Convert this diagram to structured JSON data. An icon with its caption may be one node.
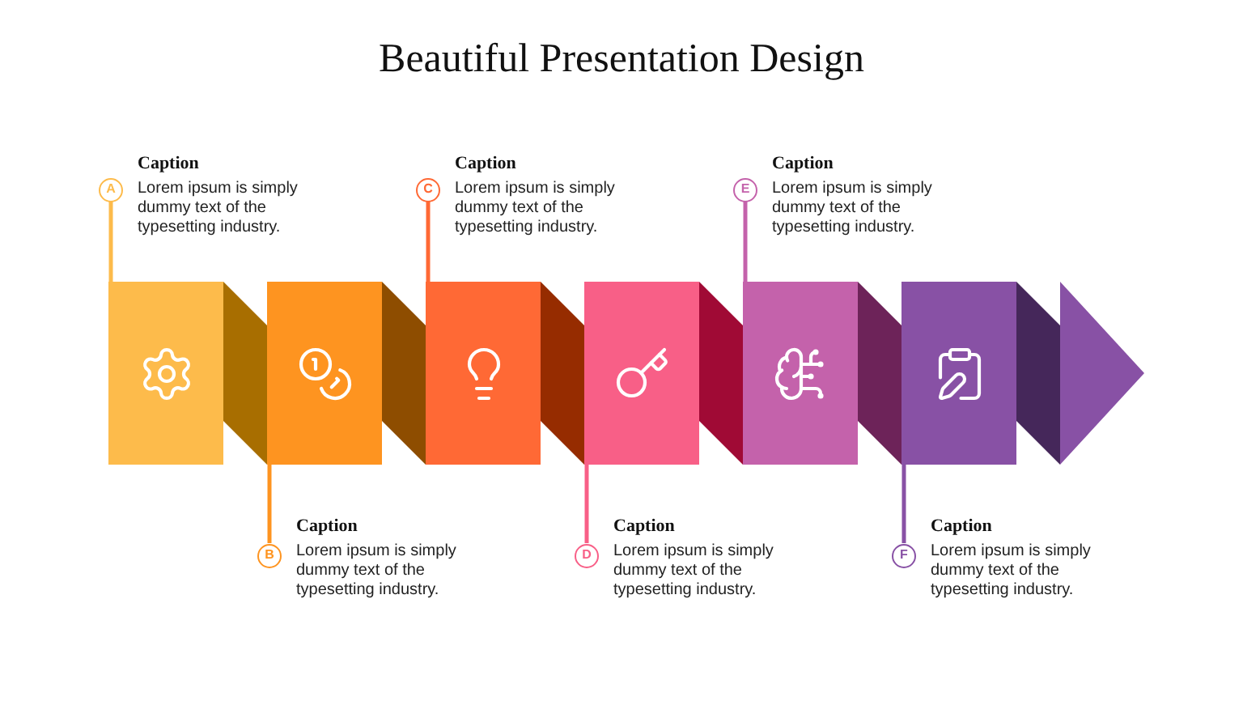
{
  "diagram": {
    "title": "Beautiful Presentation Design",
    "nodes": [
      {
        "text": [
          "A"
        ],
        "beside": [
          "Caption",
          "Lorem ipsum is simply dummy text of the typesetting industry."
        ]
      },
      {
        "text": [
          "B"
        ],
        "beside": [
          "Caption",
          "Lorem ipsum is simply dummy text of the typesetting industry."
        ]
      },
      {
        "text": [
          "C"
        ],
        "beside": [
          "Caption",
          "Lorem ipsum is simply dummy text of the typesetting industry."
        ]
      },
      {
        "text": [
          "D"
        ],
        "beside": [
          "Caption",
          "Lorem ipsum is simply dummy text of the typesetting industry."
        ]
      },
      {
        "text": [
          "E"
        ],
        "beside": [
          "Caption",
          "Lorem ipsum is simply dummy text of the typesetting industry."
        ]
      },
      {
        "text": [
          "F"
        ],
        "beside": [
          "Caption",
          "Lorem ipsum is simply dummy text of the typesetting industry."
        ]
      },
      {
        "text": [],
        "shape": "box"
      },
      {
        "text": [],
        "shape": "box"
      },
      {
        "text": [],
        "shape": "box"
      },
      {
        "text": [],
        "shape": "box"
      },
      {
        "text": [],
        "shape": "box"
      },
      {
        "text": [],
        "shape": "box"
      }
    ],
    "edges": [
      {
        "from": 0,
        "to": 6,
        "arrow": "none",
        "color": "#fdbb4b"
      },
      {
        "from": 1,
        "to": 7,
        "arrow": "none",
        "color": "#fe9420"
      },
      {
        "from": 2,
        "to": 8,
        "arrow": "none",
        "color": "#ff6935"
      },
      {
        "from": 3,
        "to": 9,
        "arrow": "none",
        "color": "#f85f87"
      },
      {
        "from": 4,
        "to": 10,
        "arrow": "none",
        "color": "#c462ab"
      },
      {
        "from": 5,
        "to": 11,
        "arrow": "none",
        "color": "#8851a5"
      }
    ]
  }
}
